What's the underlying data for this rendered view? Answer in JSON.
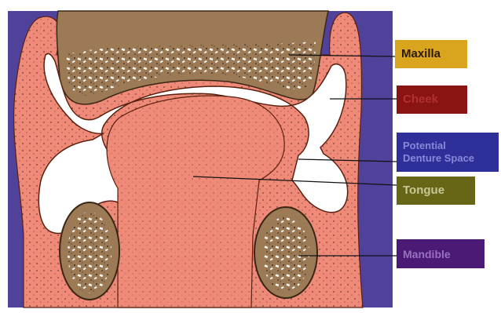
{
  "labels": {
    "maxilla": "Maxilla",
    "cheek": "Cheek",
    "space_line1": "Potential",
    "space_line2": "Denture Space",
    "tongue": "Tongue",
    "mandible": "Mandible"
  },
  "colors": {
    "background": "#50419a",
    "soft_tissue": "#f08a78",
    "bone": "#9b7a55",
    "denture_space": "#ffffff",
    "maxilla_label_bg": "#d9a51e",
    "cheek_label_bg": "#8a1414",
    "space_label_bg": "#2f2f9a",
    "tongue_label_bg": "#666616",
    "mandible_label_bg": "#4a1a74"
  }
}
